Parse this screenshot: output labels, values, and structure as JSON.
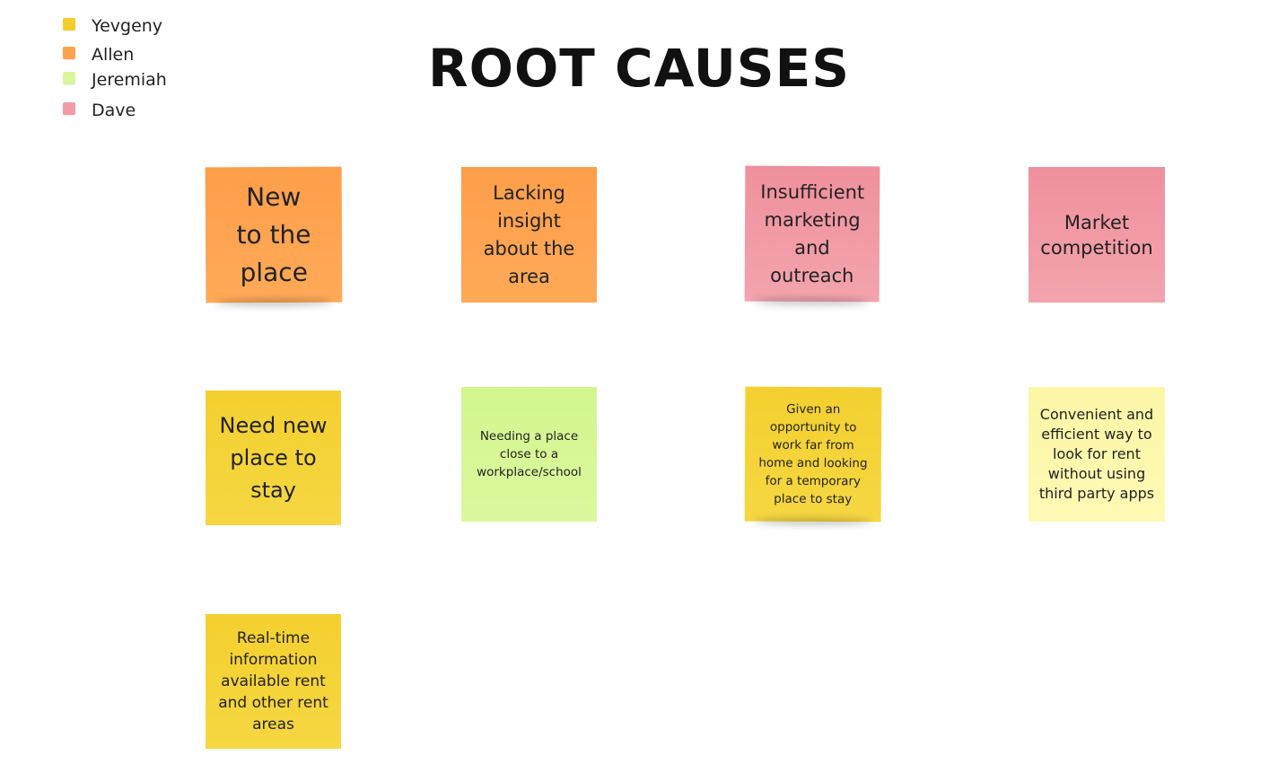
{
  "title": "ROOT CAUSES",
  "legend": [
    {
      "name": "Yevgeny",
      "color": "#f3cd2c"
    },
    {
      "name": "Allen",
      "color": "#fca24d"
    },
    {
      "name": "Jeremiah",
      "color": "#d8f69a"
    },
    {
      "name": "Dave",
      "color": "#f19ba6"
    }
  ],
  "notes": [
    {
      "text": "New to the place",
      "color": "orange"
    },
    {
      "text": "Lacking insight about the area",
      "color": "orange"
    },
    {
      "text": "Insufficient marketing and outreach",
      "color": "pink"
    },
    {
      "text": "Market competition",
      "color": "pink"
    },
    {
      "text": "Need new place to stay",
      "color": "yellow"
    },
    {
      "text": "Needing a place close to a workplace/school",
      "color": "green"
    },
    {
      "text": "Given an opportunity to work far from home and looking for a temporary place to stay",
      "color": "yellow"
    },
    {
      "text": "Convenient and efficient way to look for rent without using third party apps",
      "color": "light-yellow"
    },
    {
      "text": "Real-time information available rent and other rent areas",
      "color": "yellow"
    }
  ]
}
